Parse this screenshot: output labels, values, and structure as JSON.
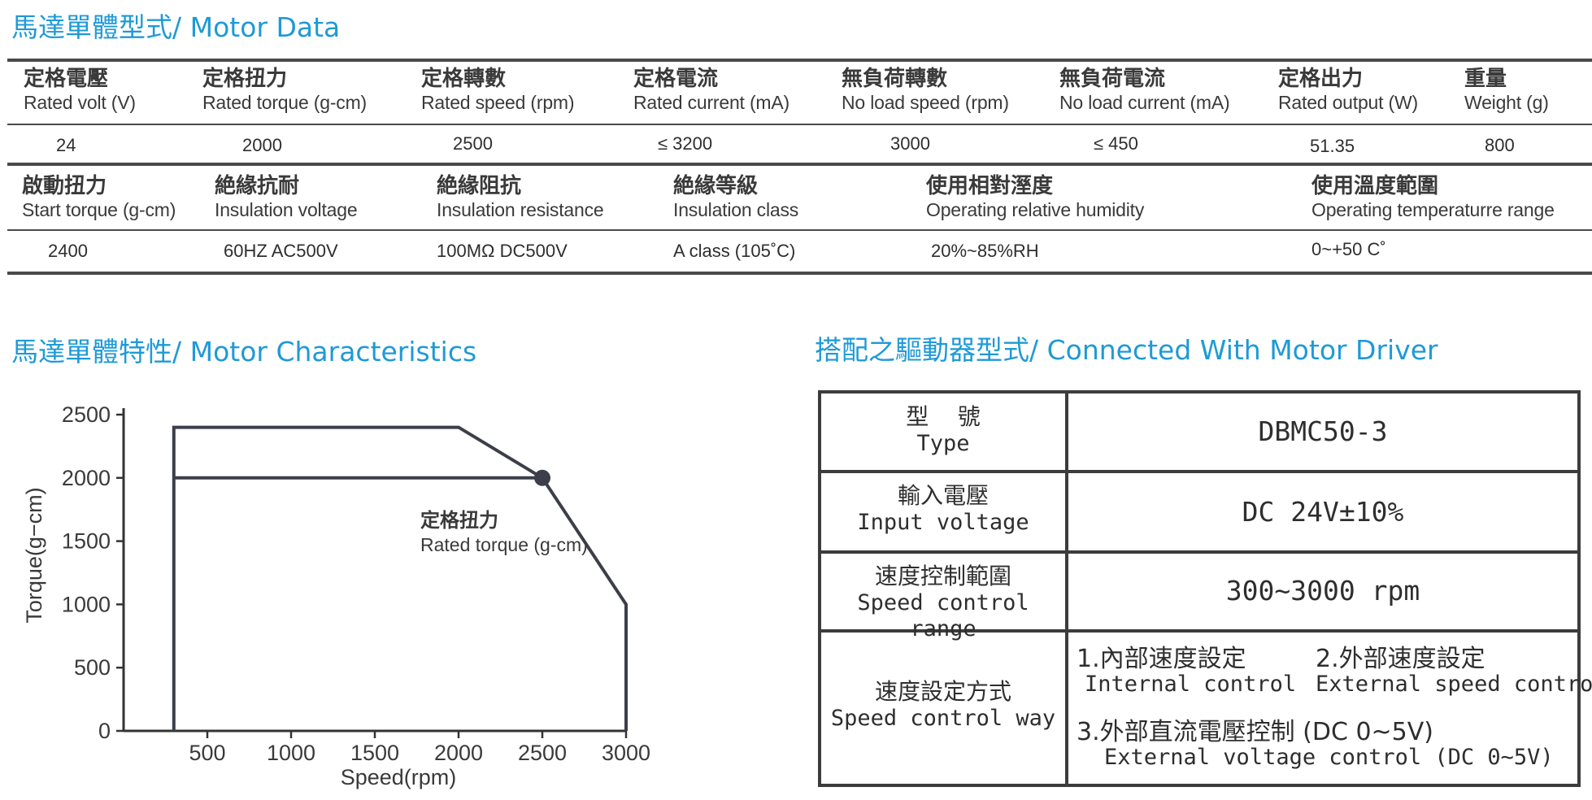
{
  "sections": {
    "motor_data_title": "馬達單體型式/ Motor Data",
    "characteristics_title": "馬達單體特性/ Motor Characteristics",
    "driver_title": "搭配之驅動器型式/ Connected With Motor Driver"
  },
  "motor_data": {
    "table1": {
      "headers": [
        {
          "zh": "定格電壓",
          "en": "Rated volt (V)"
        },
        {
          "zh": "定格扭力",
          "en": "Rated torque (g-cm)"
        },
        {
          "zh": "定格轉數",
          "en": "Rated speed (rpm)"
        },
        {
          "zh": "定格電流",
          "en": "Rated current (mA)"
        },
        {
          "zh": "無負荷轉數",
          "en": "No load speed (rpm)"
        },
        {
          "zh": "無負荷電流",
          "en": "No load current (mA)"
        },
        {
          "zh": "定格出力",
          "en": "Rated output (W)"
        },
        {
          "zh": "重量",
          "en": "Weight (g)"
        }
      ],
      "values": [
        "24",
        "2000",
        "2500",
        "≤ 3200",
        "3000",
        "≤ 450",
        "51.35",
        "800"
      ]
    },
    "table2": {
      "headers": [
        {
          "zh": "啟動扭力",
          "en": "Start  torque (g-cm)"
        },
        {
          "zh": "絶緣抗耐",
          "en": "Insulation voltage"
        },
        {
          "zh": "絶緣阻抗",
          "en": "Insulation resistance"
        },
        {
          "zh": "絶緣等級",
          "en": "Insulation class"
        },
        {
          "zh": "使用相對溼度",
          "en": "Operating relative humidity"
        },
        {
          "zh": "使用溫度範圍",
          "en": "Operating temperaturre range"
        }
      ],
      "values": [
        "2400",
        "60HZ AC500V",
        "100MΩ  DC500V",
        "A class (105˚C)",
        "20%~85%RH",
        "0~+50 C˚"
      ]
    }
  },
  "chart_data": {
    "type": "line",
    "title": "",
    "xlabel": "Speed(rpm)",
    "ylabel": "Torque(g−cm)",
    "xlim": [
      0,
      3000
    ],
    "ylim": [
      0,
      2500
    ],
    "xticks": [
      500,
      1000,
      1500,
      2000,
      2500,
      3000
    ],
    "yticks": [
      0,
      500,
      1000,
      1500,
      2000,
      2500
    ],
    "series": [
      {
        "x": [
          300,
          300,
          2000,
          2500,
          3000,
          3000
        ],
        "y": [
          0,
          2400,
          2400,
          2000,
          1000,
          0
        ]
      },
      {
        "x": [
          300,
          2500
        ],
        "y": [
          2000,
          2000
        ]
      }
    ],
    "marker": {
      "x": 2500,
      "y": 2000
    },
    "annotation": {
      "zh": "定格扭力",
      "en": "Rated torque (g-cm)"
    },
    "colors": {
      "line": "#3c3f4a",
      "axis": "#333333"
    },
    "grid": false,
    "legend": "none"
  },
  "driver": {
    "rows": [
      {
        "zh": "型    號",
        "en": "Type",
        "value": "DBMC50-3"
      },
      {
        "zh": "輸入電壓",
        "en": "Input voltage",
        "value": "DC 24V±10%"
      },
      {
        "zh": "速度控制範圍",
        "en": "Speed control range",
        "value": "300~3000 rpm"
      },
      {
        "zh": "速度設定方式",
        "en": "Speed control way"
      }
    ],
    "options": [
      {
        "zh": "1.內部速度設定",
        "en": "Internal control"
      },
      {
        "zh": "2.外部速度設定",
        "en": "External speed control"
      },
      {
        "zh": "3.外部直流電壓控制 (DC 0~5V)",
        "en": "External voltage control (DC 0~5V)"
      }
    ]
  },
  "colors": {
    "accent": "#1e9ad6",
    "text": "#2e2e2e",
    "rule": "#4a4a4a"
  }
}
